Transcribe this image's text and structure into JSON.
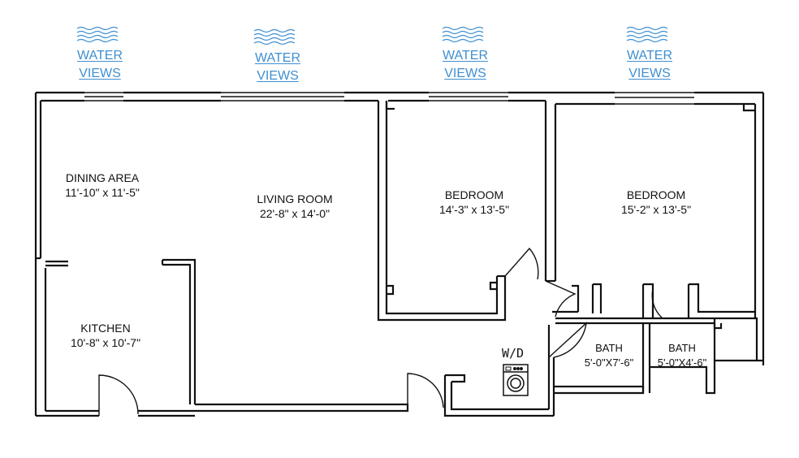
{
  "views": [
    {
      "line1": "WATER",
      "line2": "VIEWS"
    },
    {
      "line1": "WATER",
      "line2": "VIEWS"
    },
    {
      "line1": "WATER",
      "line2": "VIEWS"
    },
    {
      "line1": "WATER",
      "line2": "VIEWS"
    }
  ],
  "rooms": {
    "dining": {
      "name": "DINING AREA",
      "size": "11'-10\" x 11'-5\""
    },
    "living": {
      "name": "LIVING ROOM",
      "size": "22'-8\" x 14'-0\""
    },
    "bedroom1": {
      "name": "BEDROOM",
      "size": "14'-3\" x 13'-5\""
    },
    "bedroom2": {
      "name": "BEDROOM",
      "size": "15'-2\" x 13'-5\""
    },
    "kitchen": {
      "name": "KITCHEN",
      "size": "10'-8\" x 10'-7\""
    },
    "bath1": {
      "name": "BATH",
      "size": "5'-0\"X7'-6\""
    },
    "bath2": {
      "name": "BATH",
      "size": "5'-0\"X4'-6\""
    }
  },
  "washer_dryer": {
    "label": "W/D",
    "icon": "washing-machine-icon"
  },
  "colors": {
    "wall": "#111111",
    "water": "#3f8fd0",
    "background": "#ffffff"
  }
}
